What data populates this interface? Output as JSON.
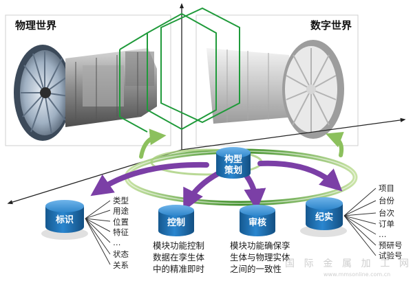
{
  "panels": {
    "physical": "物理世界",
    "digital": "数字世界"
  },
  "databases": {
    "gouxing": [
      "构型",
      "策划"
    ],
    "biaoshi": [
      "标识"
    ],
    "kongzhi": [
      "控制"
    ],
    "shenhe": [
      "审核"
    ],
    "jishi": [
      "纪实"
    ]
  },
  "left_list": [
    "类型",
    "用途",
    "位置",
    "特征",
    "…",
    "状态",
    "关系"
  ],
  "right_list": [
    "项目",
    "台份",
    "台次",
    "订单",
    "…",
    "预研号",
    "试验号"
  ],
  "descriptions": {
    "kongzhi": [
      "模块功能控制",
      "数据在孪生体",
      "中的精准即时"
    ],
    "shenhe": [
      "模块功能确保孪",
      "生体与物理实体",
      "之间的一致性"
    ]
  },
  "watermark": {
    "cn": "国际金属加工网",
    "en": "www.mmsonline.com.cn"
  },
  "colors": {
    "db_blue": "#1f73b7",
    "arrow_purple": "#7b3fa6",
    "ring_green": "#5d9e3a",
    "hex_green": "#1f9a3a"
  }
}
